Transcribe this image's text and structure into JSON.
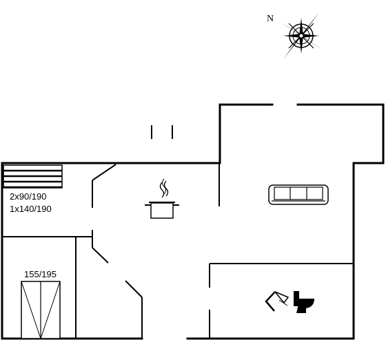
{
  "plan": {
    "compass_label": "N",
    "room_labels": {
      "bunk_bed": "2x90/190",
      "single_bed": "1x140/190",
      "double_bed": "155/195"
    },
    "icons": [
      "compass-rose-icon",
      "cooking-pot-icon",
      "sofa-icon",
      "shower-icon",
      "toilet-icon",
      "bunk-bed-icon",
      "double-bed-icon"
    ]
  }
}
